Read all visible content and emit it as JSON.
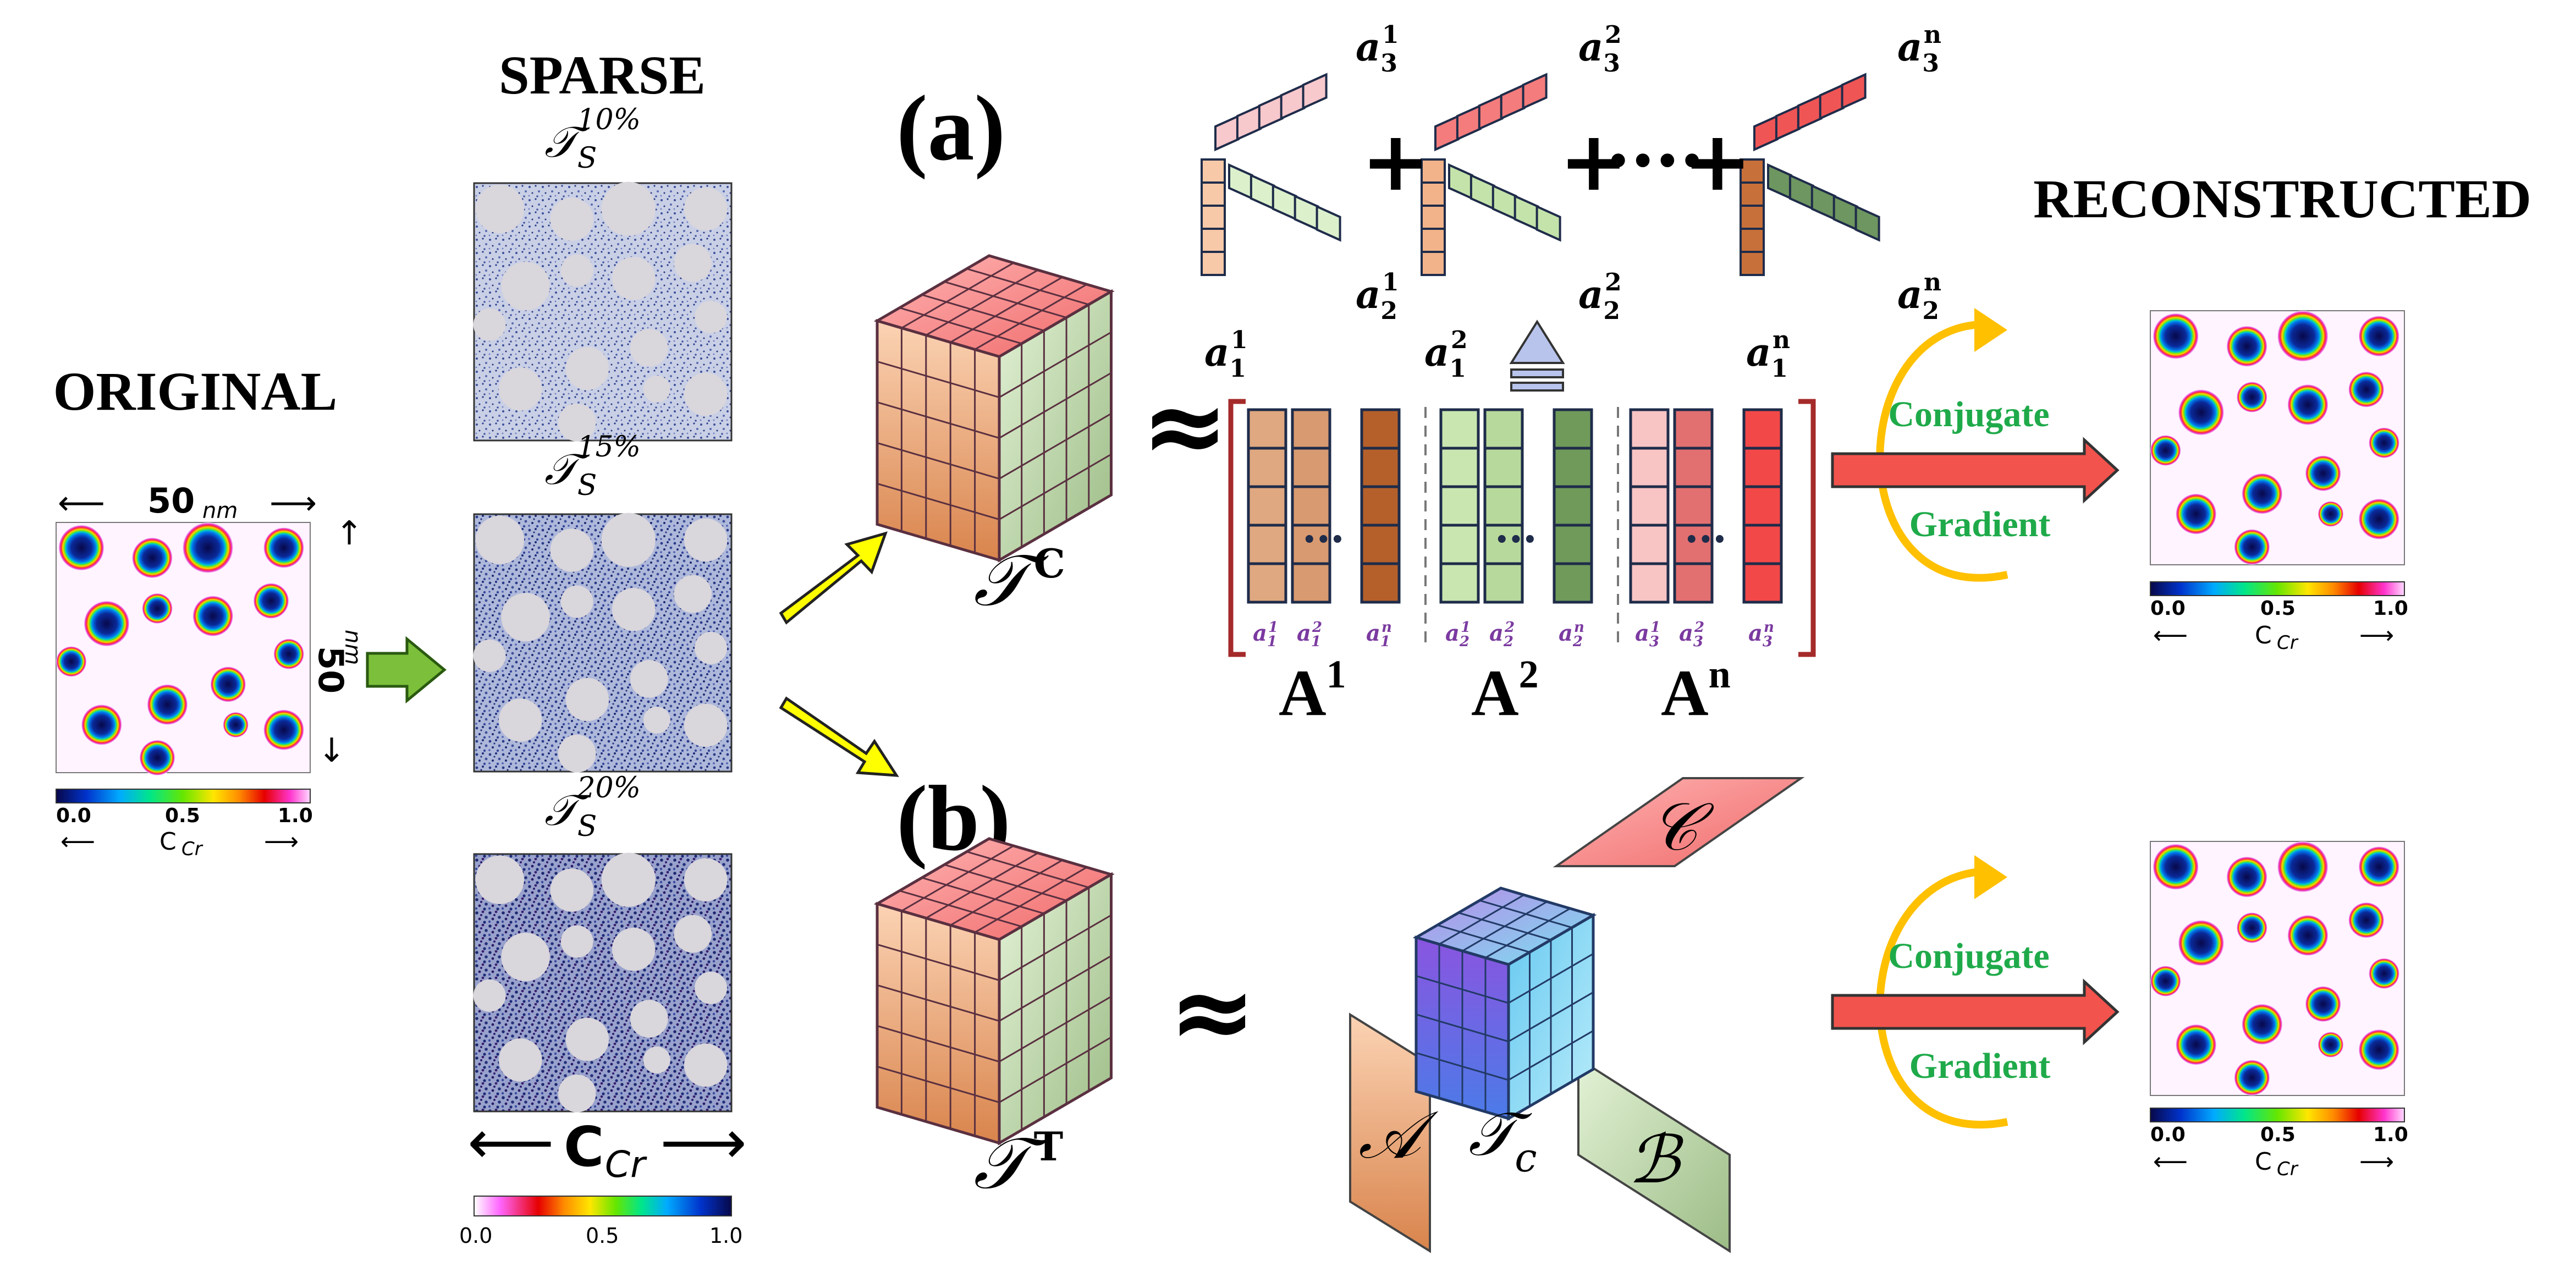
{
  "headings": {
    "original": "ORIGINAL",
    "sparse": "SPARSE",
    "reconstructed": "RECONSTRUCTED",
    "panel_a": "(a)",
    "panel_b": "(b)"
  },
  "original_panel": {
    "width_value": "50",
    "width_unit": "nm",
    "height_value": "50",
    "height_unit": "nm",
    "colorbar_ticks": [
      "0.0",
      "0.5",
      "1.0"
    ],
    "colorbar_label": "C",
    "colorbar_subscript": "Cr",
    "colormap": [
      "#08084a",
      "#0033cc",
      "#00aaff",
      "#00e68a",
      "#66e600",
      "#ffe600",
      "#ff8c00",
      "#e60000",
      "#ff33cc",
      "#ffd9ff"
    ]
  },
  "sparse_panels": [
    {
      "symbol": "𝒯",
      "sub": "S",
      "sup": "10%"
    },
    {
      "symbol": "𝒯",
      "sub": "S",
      "sup": "15%"
    },
    {
      "symbol": "𝒯",
      "sub": "S",
      "sup": "20%"
    }
  ],
  "sparse_colorbar": {
    "label": "C",
    "subscript": "Cr",
    "ticks": [
      "0.0",
      "0.5",
      "1.0"
    ],
    "colormap": [
      "#ffffff",
      "#ff66ff",
      "#e60000",
      "#ff8c00",
      "#ffe600",
      "#66e600",
      "#00e68a",
      "#00aaff",
      "#0033cc",
      "#08084a"
    ]
  },
  "tensor_c": {
    "symbol": "𝒯",
    "superscript": "C"
  },
  "tensor_t": {
    "symbol": "𝒯",
    "superscript": "T"
  },
  "approx_symbol": "≈",
  "cp_terms": {
    "plus": "+",
    "dots": "••••",
    "vectors": [
      {
        "a1": "a",
        "i1": "1",
        "s1": "1",
        "i2": "2",
        "s2": "1",
        "i3": "3",
        "s3": "1"
      },
      {
        "a1": "a",
        "i1": "1",
        "s1": "2",
        "i2": "2",
        "s2": "2",
        "i3": "3",
        "s3": "2"
      },
      {
        "a1": "a",
        "i1": "1",
        "s1": "n",
        "i2": "2",
        "s2": "n",
        "i3": "3",
        "s3": "n"
      }
    ]
  },
  "factor_matrices": [
    {
      "label": "A",
      "sup": "1",
      "cols": [
        {
          "b": "a",
          "sup": "1",
          "sub": "1"
        },
        {
          "b": "a",
          "sup": "2",
          "sub": "1"
        },
        {
          "b": "a",
          "sup": "n",
          "sub": "1"
        }
      ]
    },
    {
      "label": "A",
      "sup": "2",
      "cols": [
        {
          "b": "a",
          "sup": "1",
          "sub": "2"
        },
        {
          "b": "a",
          "sup": "2",
          "sub": "2"
        },
        {
          "b": "a",
          "sup": "n",
          "sub": "2"
        }
      ]
    },
    {
      "label": "A",
      "sup": "n",
      "cols": [
        {
          "b": "a",
          "sup": "1",
          "sub": "3"
        },
        {
          "b": "a",
          "sup": "2",
          "sub": "3"
        },
        {
          "b": "a",
          "sup": "n",
          "sub": "3"
        }
      ]
    }
  ],
  "ellipsis": "•••",
  "tucker": {
    "core_symbol": "𝒯",
    "core_sub": "c",
    "mat_a": "𝒜",
    "mat_b": "ℬ",
    "mat_c": "𝒞"
  },
  "optimizer_a": {
    "line1": "Conjugate",
    "line2": "Gradient"
  },
  "optimizer_b": {
    "line1": "Conjugate",
    "line2": "Gradient"
  },
  "recon_colorbar": {
    "ticks": [
      "0.0",
      "0.5",
      "1.0"
    ],
    "label": "C",
    "subscript": "Cr"
  },
  "arrows_glyph": {
    "left": "⟵",
    "right": "⟶",
    "up": "↑",
    "down": "↓"
  }
}
